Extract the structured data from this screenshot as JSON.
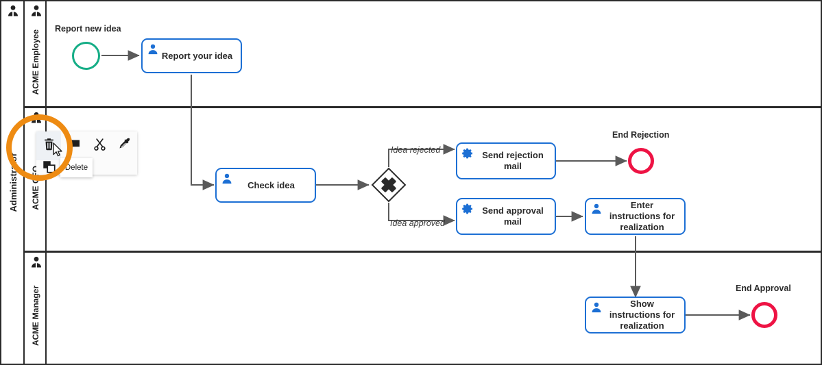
{
  "pool": {
    "label": "Administrator",
    "icon": "person-icon"
  },
  "lanes": [
    {
      "id": "employee",
      "label": "ACME Employee",
      "icon": "person-icon"
    },
    {
      "id": "ceo",
      "label": "ACME CEO",
      "icon": "person-icon"
    },
    {
      "id": "manager",
      "label": "ACME Manager",
      "icon": "person-icon"
    }
  ],
  "events": [
    {
      "id": "start",
      "type": "start-event",
      "label": "Report new idea",
      "color": "#15AD86"
    },
    {
      "id": "end_rejection",
      "type": "end-event",
      "label": "End Rejection",
      "color": "#EE1344"
    },
    {
      "id": "end_approval",
      "type": "end-event",
      "label": "End Approval",
      "color": "#EE1344"
    }
  ],
  "tasks": [
    {
      "id": "report_idea",
      "label": "Report your idea",
      "icon": "user-task-icon",
      "lane": "ACME Employee"
    },
    {
      "id": "check_idea",
      "label": "Check idea",
      "icon": "user-task-icon",
      "lane": "ACME CEO"
    },
    {
      "id": "send_rejection",
      "label": "Send rejection mail",
      "icon": "service-task-icon",
      "lane": "ACME CEO"
    },
    {
      "id": "send_approval",
      "label": "Send approval mail",
      "icon": "service-task-icon",
      "lane": "ACME CEO"
    },
    {
      "id": "enter_instructions",
      "label": "Enter instructions for realization",
      "icon": "user-task-icon",
      "lane": "ACME CEO"
    },
    {
      "id": "show_instructions",
      "label": "Show instructions for realization",
      "icon": "user-task-icon",
      "lane": "ACME Manager"
    }
  ],
  "gateway": {
    "id": "decision",
    "type": "exclusive-gateway",
    "marker": "X"
  },
  "flow_labels": [
    {
      "id": "rejected",
      "label": "Idea rejected"
    },
    {
      "id": "approved",
      "label": "Idea approved"
    }
  ],
  "context_toolbar": {
    "buttons": [
      {
        "id": "delete",
        "icon": "trash-icon",
        "label": "Delete",
        "selected": true
      },
      {
        "id": "annotate",
        "icon": "annotation-icon",
        "label": "Append text annotation"
      },
      {
        "id": "cut",
        "icon": "scissors-icon",
        "label": "Cut"
      },
      {
        "id": "paint",
        "icon": "color-picker-icon",
        "label": "Change color"
      },
      {
        "id": "copy",
        "icon": "copy-icon",
        "label": "Copy"
      }
    ],
    "tooltip": "Delete",
    "highlight_color": "#EE8B12"
  },
  "colors": {
    "task_border": "#1C6FD4",
    "task_icon": "#1C6FD4",
    "start_event": "#15AD86",
    "end_event": "#EE1344",
    "connector": "#5a5a5a",
    "lane_border": "#2b2b2b",
    "highlight": "#EE8B12"
  }
}
